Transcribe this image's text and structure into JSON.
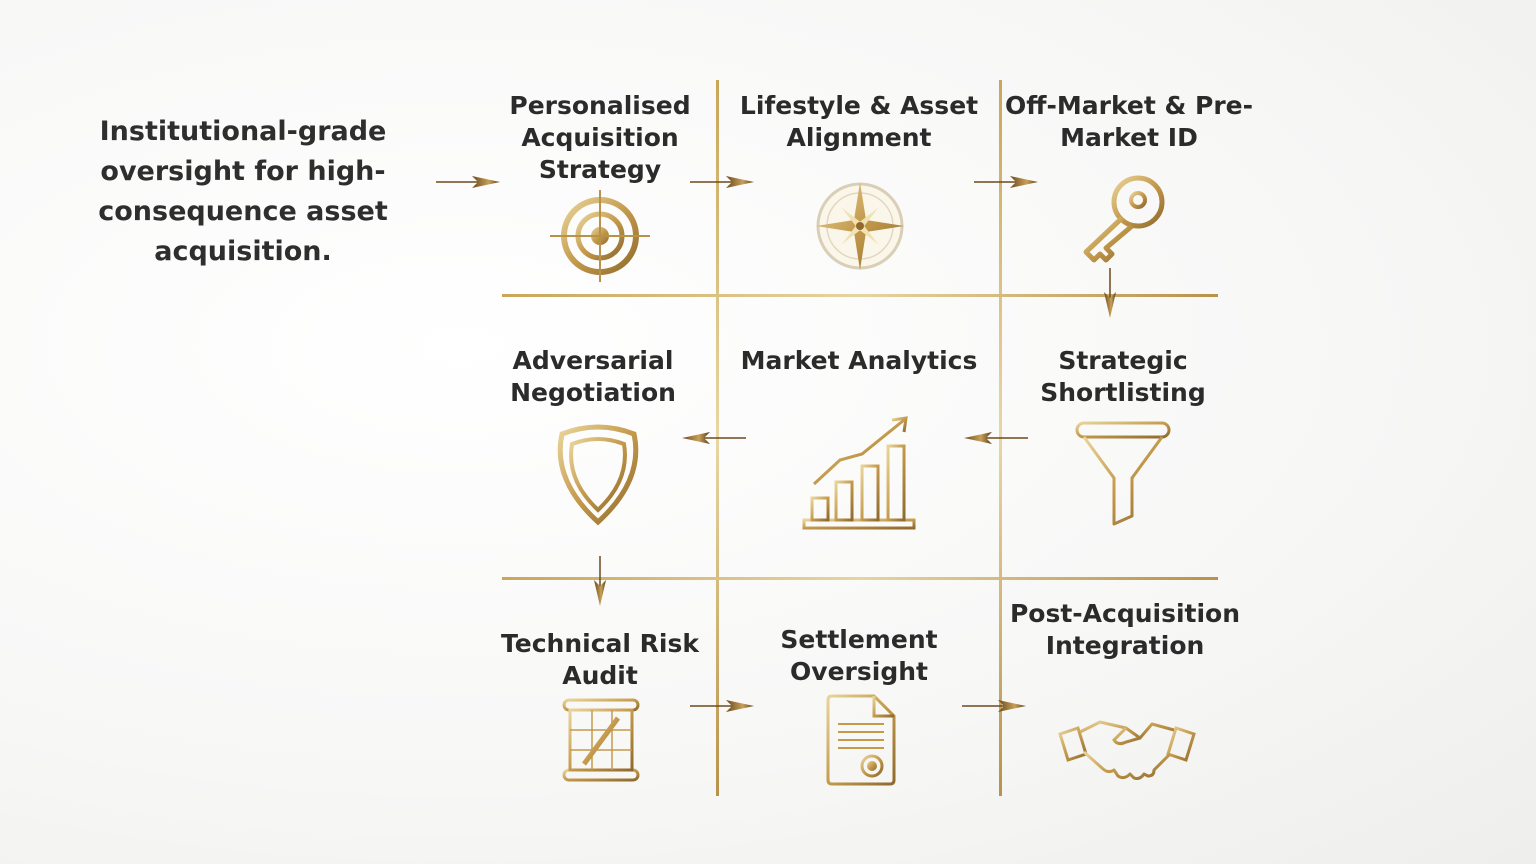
{
  "intro": "Institutional-grade oversight for high-consequence asset acquisition.",
  "steps": [
    {
      "title": "Personalised Acquisition Strategy",
      "icon": "target-icon"
    },
    {
      "title": "Lifestyle & Asset Alignment",
      "icon": "compass-icon"
    },
    {
      "title": "Off-Market & Pre-Market ID",
      "icon": "key-icon"
    },
    {
      "title": "Adversarial Negotiation",
      "icon": "shield-icon"
    },
    {
      "title": "Market Analytics",
      "icon": "growth-chart-icon"
    },
    {
      "title": "Strategic Shortlisting",
      "icon": "funnel-icon"
    },
    {
      "title": "Technical Risk Audit",
      "icon": "blueprint-icon"
    },
    {
      "title": "Settlement Oversight",
      "icon": "document-seal-icon"
    },
    {
      "title": "Post-Acquisition Integration",
      "icon": "handshake-icon"
    }
  ],
  "colors": {
    "gold": "#c9a35a",
    "gold_dark": "#8a6a2e",
    "text": "#2b2b2b"
  }
}
